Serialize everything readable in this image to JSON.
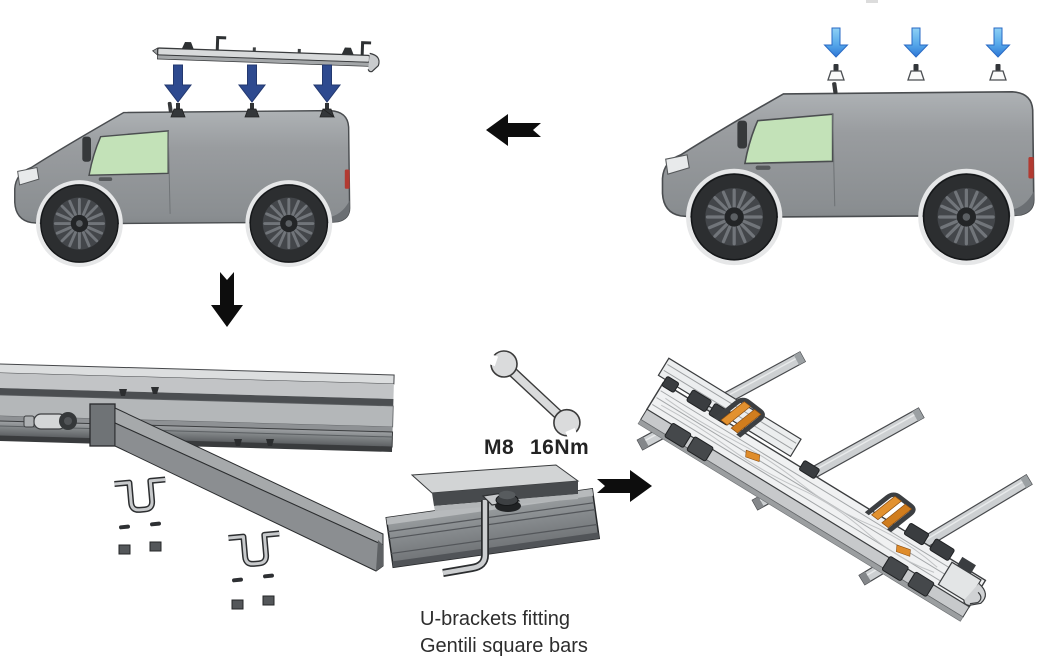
{
  "document": {
    "type": "roof-rack-installation-instructions",
    "labels": {
      "torque_bolt": "M8",
      "torque_value": "16Nm",
      "caption_line1": "U-brackets fitting",
      "caption_line2": "Gentili square bars"
    },
    "icons": {
      "flow_left": "black-arrow-left-icon",
      "flow_down": "black-arrow-down-icon",
      "flow_right": "black-arrow-right-icon",
      "drop_navy": "navy-drop-arrow-icon",
      "drop_blue": "blue-drop-arrow-icon",
      "tool": "open-end-wrench-icon"
    },
    "colors": {
      "page_background": "#ffffff",
      "van_body": "#8a8e91",
      "van_window_green": "#c3e2b8",
      "tail_light_red": "#b23a31",
      "placement_arrow_navy": "#2e4a8f",
      "placement_arrow_blue_top": "#8ed0f5",
      "placement_arrow_blue_bottom": "#2d77d6",
      "flow_arrow_black": "#0d0d0d",
      "clamp_orange": "#df8c2b",
      "metal_light": "#d7d9da",
      "metal_dark": "#3c3e40"
    }
  }
}
